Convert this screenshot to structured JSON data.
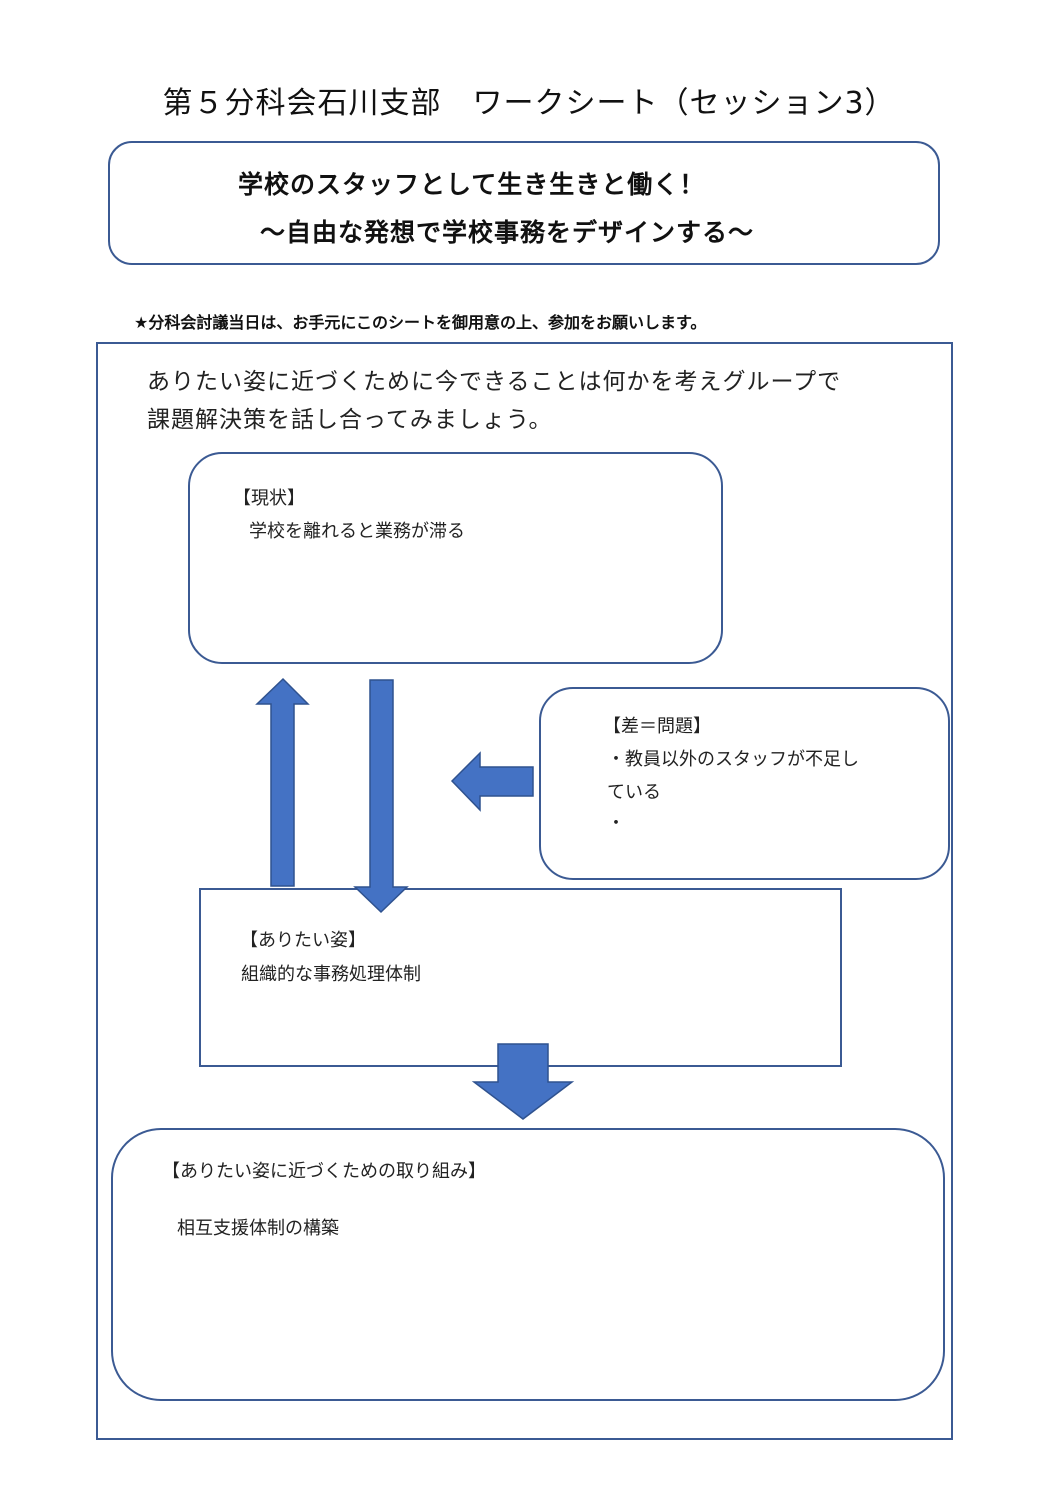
{
  "title": "第５分科会石川支部　ワークシート（セッション3）",
  "theme": {
    "line1": "学校のスタッフとして生き生きと働く！",
    "line2": "～自由な発想で学校事務をデザインする～"
  },
  "notice": "★分科会討議当日は、お手元にこのシートを御用意の上、参加をお願いします。",
  "instruction": {
    "line1": "ありたい姿に近づくために今できることは何かを考えグループで",
    "line2": "課題解決策を話し合ってみましょう。"
  },
  "current": {
    "label": "【現状】",
    "text": "学校を離れると業務が滞る"
  },
  "gap": {
    "label": "【差＝問題】",
    "line1": "・教員以外のスタッフが不足し",
    "line2": "ている",
    "line3": "・"
  },
  "ideal": {
    "label": "【ありたい姿】",
    "text": "組織的な事務処理体制"
  },
  "actions": {
    "label": "【ありたい姿に近づくための取り組み】",
    "text": "相互支援体制の構築"
  },
  "colors": {
    "border": "#3b5a93",
    "arrow_fill": "#4472c4",
    "arrow_stroke": "#2f528f"
  }
}
